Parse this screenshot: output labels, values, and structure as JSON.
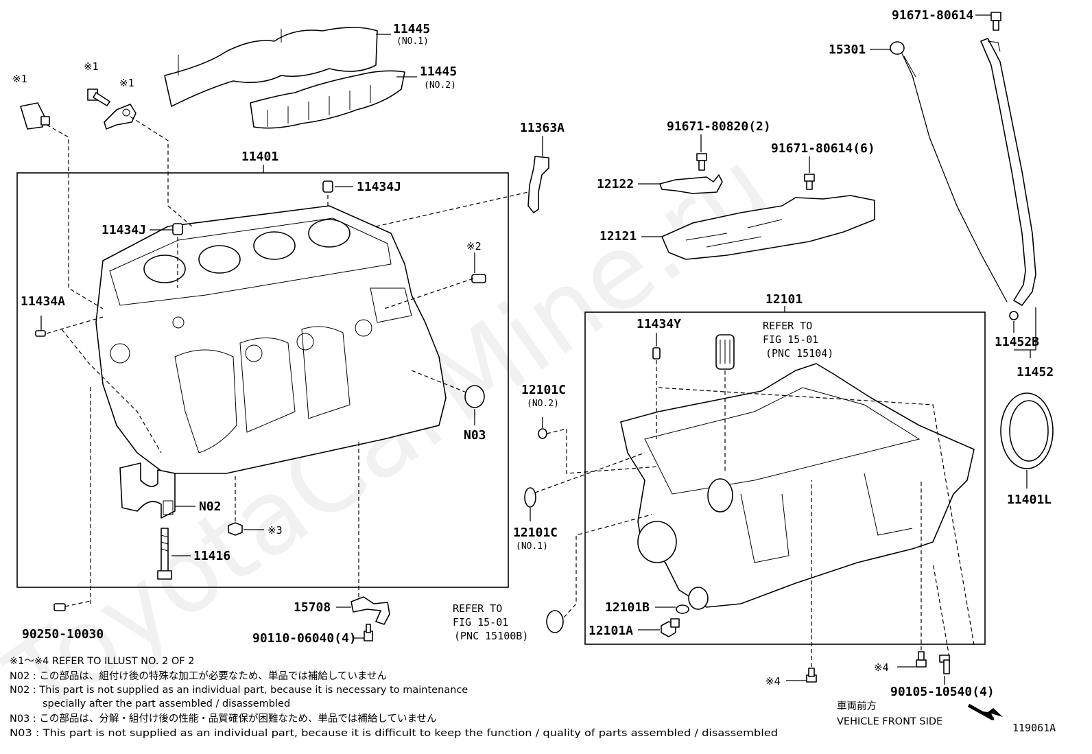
{
  "watermark": "ToyotaCarMine.ru",
  "illustration_id": "119061A",
  "labels": {
    "p11445_1": "11445",
    "p11445_1_sub": "(NO.1)",
    "p11445_2": "11445",
    "p11445_2_sub": "(NO.2)",
    "note_mark_1a": "※1",
    "note_mark_1b": "※1",
    "note_mark_1c": "※1",
    "note_mark_2": "※2",
    "note_mark_3": "※3",
    "note_mark_4a": "※4",
    "note_mark_4b": "※4",
    "p11401": "11401",
    "p11434j_a": "11434J",
    "p11434j_b": "11434J",
    "p11363a": "11363A",
    "p11434a": "11434A",
    "n03": "N03",
    "n02": "N02",
    "p11416": "11416",
    "p90250": "90250-10030",
    "p15708": "15708",
    "p90110": "90110-06040(4)",
    "p91671_80614": "91671-80614",
    "p15301": "15301",
    "p91671_80820": "91671-80820(2)",
    "p91671_80614_6": "91671-80614(6)",
    "p12122": "12122",
    "p12121": "12121",
    "p12101": "12101",
    "p11434y": "11434Y",
    "refer_to_1": "REFER TO",
    "fig_15_01_1": "FIG 15-01",
    "pnc_15104": "(PNC 15104)",
    "p11452b": "11452B",
    "p11452": "11452",
    "p12101c_2": "12101C",
    "p12101c_2_sub": "(NO.2)",
    "p12101c_1": "12101C",
    "p12101c_1_sub": "(NO.1)",
    "p11401l": "11401L",
    "refer_to_2": "REFER TO",
    "fig_15_01_2": "FIG 15-01",
    "pnc_15100b": "(PNC 15100B)",
    "p12101b": "12101B",
    "p12101a": "12101A",
    "p90105": "90105-10540(4)",
    "vehicle_front_jp": "車両前方",
    "vehicle_front_en": "VEHICLE FRONT SIDE"
  },
  "notes": [
    "※1～※4  REFER TO ILLUST NO. 2 OF 2",
    "N02 : この部品は、組付け後の特殊な加工が必要なため、単品では補給していません",
    "N02 : This part is not supplied as an individual part, because it is necessary to maintenance",
    "specially after the part assembled / disassembled",
    "N03 : この部品は、分解・組付け後の性能・品質確保が困難なため、単品では補給していません",
    "N03 : This part is not supplied as an individual part, because it is difficult to keep the function / quality of parts  assembled / disassembled"
  ]
}
